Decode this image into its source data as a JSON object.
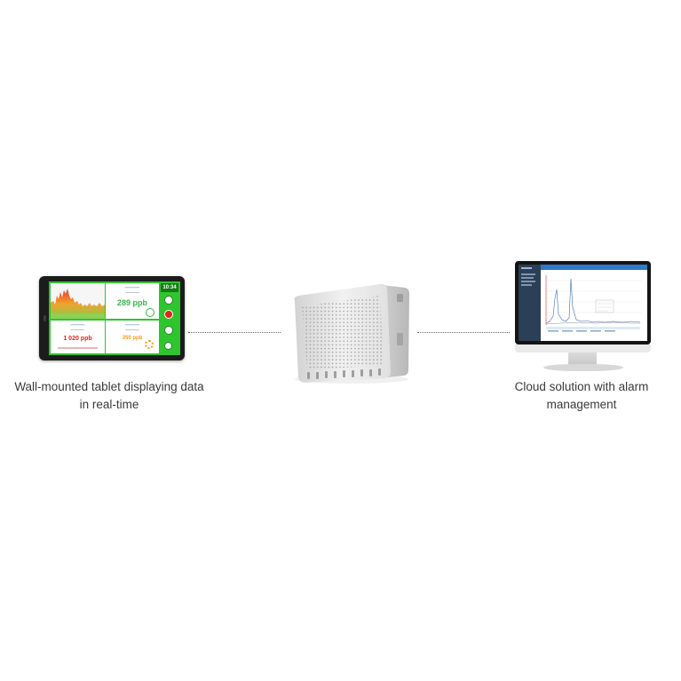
{
  "captions": {
    "tablet": "Wall-mounted tablet displaying data in real-time",
    "cloud": "Cloud solution with alarm management"
  },
  "tablet_screen": {
    "clock": "10:34",
    "main_reading": "289 ppb",
    "card_left_reading": "1 020 ppb",
    "card_right_reading": "350 ppb"
  },
  "colors": {
    "tablet_background": "#2fc52f",
    "reading_green": "#39b54a",
    "reading_red": "#e2231a",
    "reading_orange": "#f39c12",
    "cloud_header": "#2f79c8",
    "cloud_sidebar": "#2b3f57"
  }
}
